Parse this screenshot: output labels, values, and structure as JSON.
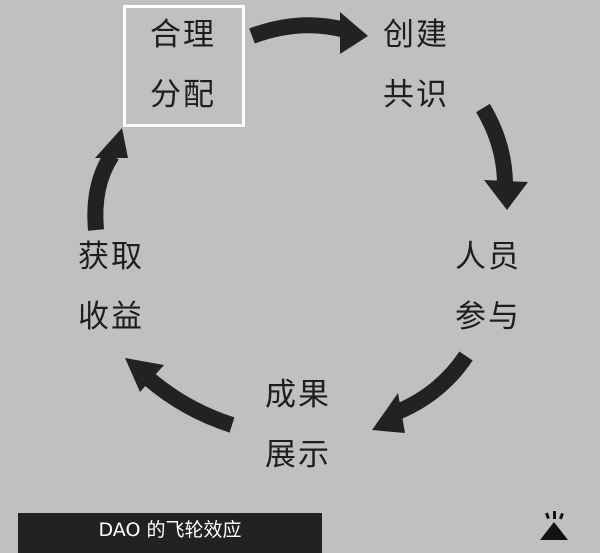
{
  "nodes": [
    {
      "line1": "合理",
      "line2": "分配",
      "highlighted": true
    },
    {
      "line1": "创建",
      "line2": "共识"
    },
    {
      "line1": "人员",
      "line2": "参与"
    },
    {
      "line1": "成果",
      "line2": "展示"
    },
    {
      "line1": "获取",
      "line2": "收益"
    }
  ],
  "caption": "DAO 的飞轮效应",
  "colors": {
    "background": "#c0c0c0",
    "arrow": "#222222",
    "highlight_border": "#ffffff"
  }
}
